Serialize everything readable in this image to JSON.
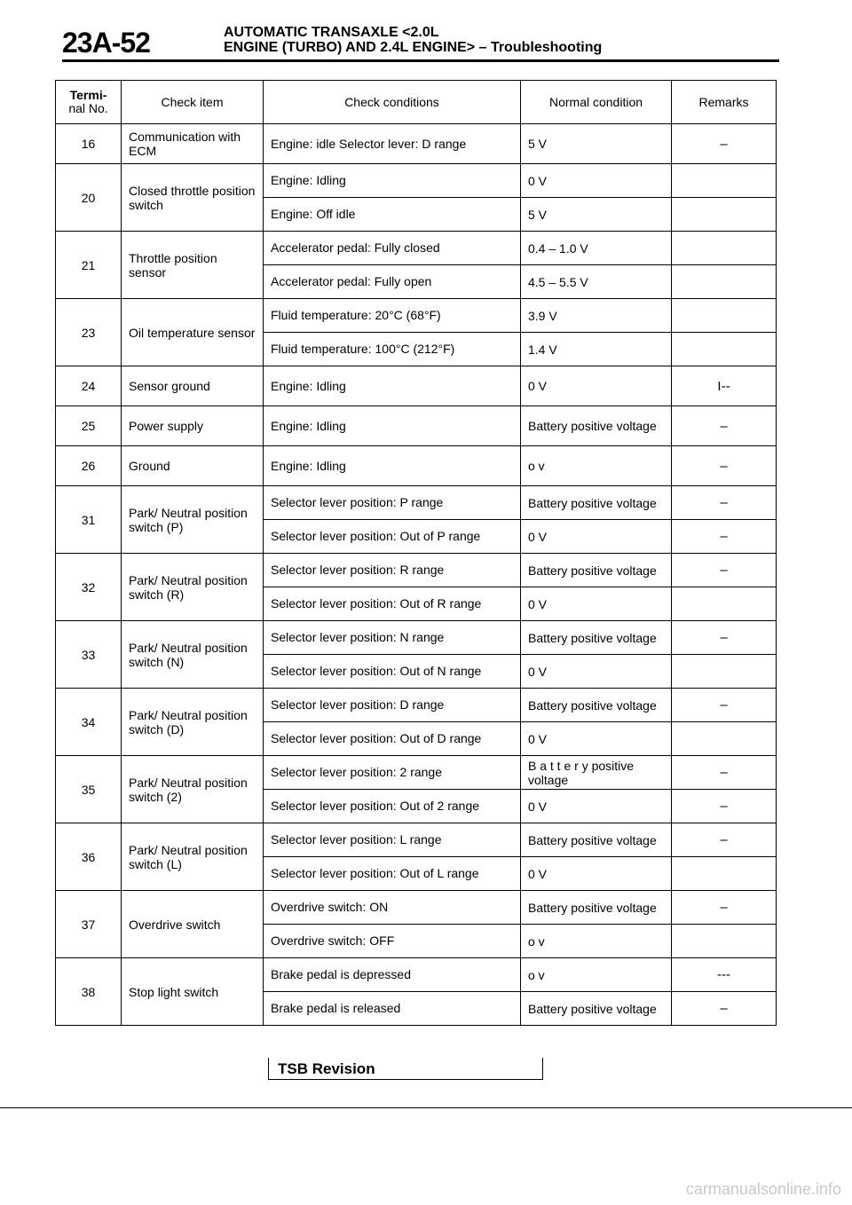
{
  "page": {
    "number": "23A-52",
    "title_line1": "AUTOMATIC TRANSAXLE <2.0L",
    "title_line2": "ENGINE (TURBO) AND 2.4L ENGINE> – Troubleshooting"
  },
  "table": {
    "headers": {
      "terminal_line1": "Termi-",
      "terminal_line2": "nal No.",
      "check_item": "Check item",
      "check_conditions": "Check conditions",
      "normal_condition": "Normal condition",
      "remarks": "Remarks"
    },
    "rows": [
      {
        "terminal": "16",
        "item": "Communication with ECM",
        "conditions": [
          {
            "condition": "Engine: idle Selector lever: D range",
            "normal": "5 V",
            "remarks": "–"
          }
        ]
      },
      {
        "terminal": "20",
        "item": "Closed throttle position switch",
        "conditions": [
          {
            "condition": "Engine: Idling",
            "normal": "0 V",
            "remarks": ""
          },
          {
            "condition": "Engine: Off idle",
            "normal": "5 V",
            "remarks": ""
          }
        ]
      },
      {
        "terminal": "21",
        "item": "Throttle position sensor",
        "conditions": [
          {
            "condition": "Accelerator pedal: Fully closed",
            "normal": "0.4 – 1.0 V",
            "remarks": ""
          },
          {
            "condition": "Accelerator pedal: Fully open",
            "normal": "4.5 – 5.5 V",
            "remarks": ""
          }
        ]
      },
      {
        "terminal": "23",
        "item": "Oil temperature sensor",
        "conditions": [
          {
            "condition": "Fluid temperature: 20°C (68°F)",
            "normal": "3.9 V",
            "remarks": ""
          },
          {
            "condition": "Fluid temperature: 100°C (212°F)",
            "normal": "1.4 V",
            "remarks": ""
          }
        ]
      },
      {
        "terminal": "24",
        "item": "Sensor ground",
        "conditions": [
          {
            "condition": "Engine: Idling",
            "normal": "0 V",
            "remarks": "I--"
          }
        ]
      },
      {
        "terminal": "25",
        "item": "Power supply",
        "conditions": [
          {
            "condition": "Engine: Idling",
            "normal": "Battery positive voltage",
            "remarks": "–"
          }
        ]
      },
      {
        "terminal": "26",
        "item": "Ground",
        "conditions": [
          {
            "condition": "Engine: Idling",
            "normal": "o v",
            "remarks": "–"
          }
        ]
      },
      {
        "terminal": "31",
        "item": "Park/ Neutral position switch (P)",
        "conditions": [
          {
            "condition": "Selector lever position: P range",
            "normal": "Battery positive voltage",
            "remarks": "–"
          },
          {
            "condition": "Selector lever position: Out of P range",
            "normal": "0 V",
            "remarks": "–"
          }
        ]
      },
      {
        "terminal": "32",
        "item": "Park/ Neutral position switch (R)",
        "conditions": [
          {
            "condition": "Selector lever position: R range",
            "normal": "Battery positive voltage",
            "remarks": "–"
          },
          {
            "condition": "Selector lever position: Out of R range",
            "normal": "0 V",
            "remarks": ""
          }
        ]
      },
      {
        "terminal": "33",
        "item": "Park/ Neutral position switch (N)",
        "conditions": [
          {
            "condition": "Selector lever position: N range",
            "normal": "Battery positive voltage",
            "remarks": "–"
          },
          {
            "condition": "Selector lever position: Out of N range",
            "normal": "0 V",
            "remarks": ""
          }
        ]
      },
      {
        "terminal": "34",
        "item": "Park/ Neutral position switch (D)",
        "conditions": [
          {
            "condition": "Selector lever position: D range",
            "normal": "Battery positive voltage",
            "remarks": "–"
          },
          {
            "condition": "Selector lever position: Out of D range",
            "normal": "0 V",
            "remarks": ""
          }
        ]
      },
      {
        "terminal": "35",
        "item": "Park/ Neutral position switch (2)",
        "conditions": [
          {
            "condition": "Selector lever position: 2 range",
            "normal": "B a t t e r y positive voltage",
            "remarks": "–"
          },
          {
            "condition": "Selector lever position: Out of 2 range",
            "normal": "0 V",
            "remarks": "–"
          }
        ]
      },
      {
        "terminal": "36",
        "item": "Park/ Neutral position switch (L)",
        "conditions": [
          {
            "condition": "Selector lever position: L range",
            "normal": "Battery positive voltage",
            "remarks": "–"
          },
          {
            "condition": "Selector lever position: Out of L range",
            "normal": "0 V",
            "remarks": ""
          }
        ]
      },
      {
        "terminal": "37",
        "item": "Overdrive switch",
        "conditions": [
          {
            "condition": "Overdrive switch: ON",
            "normal": "Battery positive voltage",
            "remarks": "–"
          },
          {
            "condition": "Overdrive switch: OFF",
            "normal": "o v",
            "remarks": ""
          }
        ]
      },
      {
        "terminal": "38",
        "item": "Stop light switch",
        "conditions": [
          {
            "condition": "Brake pedal is depressed",
            "normal": "o v",
            "remarks": "---"
          },
          {
            "condition": "Brake pedal is released",
            "normal": "Battery positive voltage",
            "remarks": "–"
          }
        ]
      }
    ]
  },
  "footer": {
    "revision": "TSB Revision"
  },
  "watermark": "carmanualsonline.info"
}
